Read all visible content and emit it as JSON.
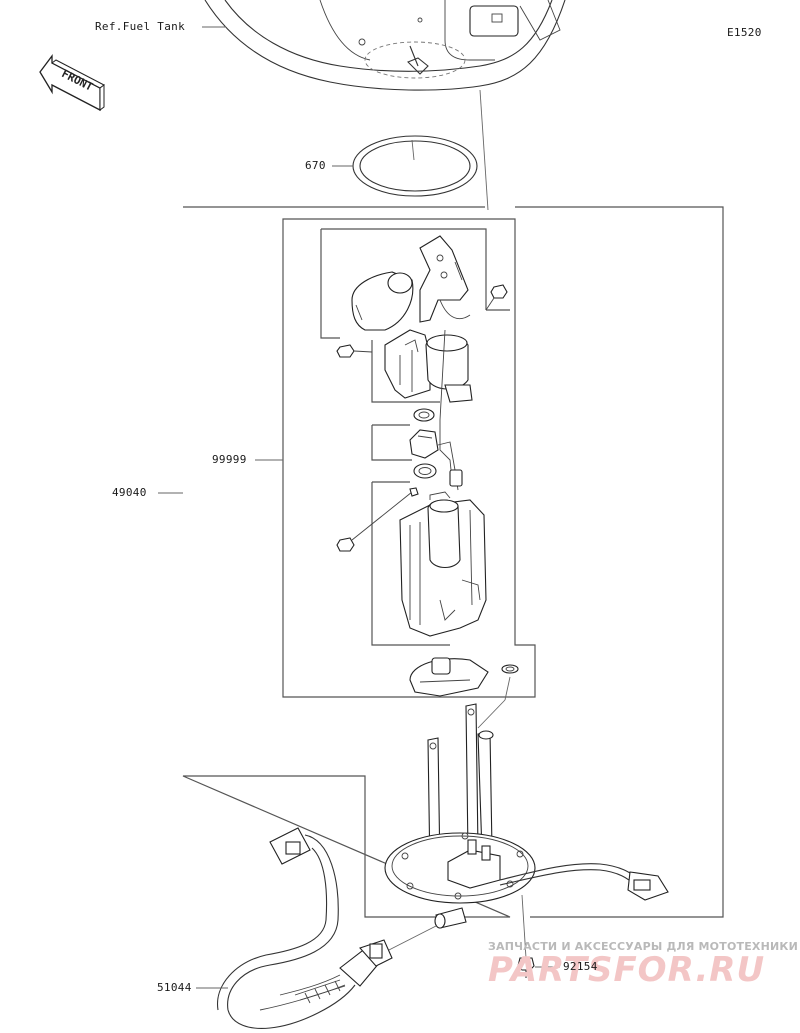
{
  "diagram_code": "E1520",
  "orientation": {
    "label": "FRONT",
    "icon": "front-arrow-icon"
  },
  "reference": {
    "label": "Ref.Fuel Tank"
  },
  "callouts": [
    {
      "id": "670",
      "label": "670"
    },
    {
      "id": "49040",
      "label": "49040"
    },
    {
      "id": "99999",
      "label": "99999"
    },
    {
      "id": "51044",
      "label": "51044"
    },
    {
      "id": "92154",
      "label": "92154"
    }
  ],
  "watermark": {
    "tagline": "ЗАПЧАСТИ И АКСЕССУАРЫ ДЛЯ МОТОТЕХНИКИ",
    "brand": "PARTSFOR.RU",
    "color": "#f3c6c6"
  }
}
